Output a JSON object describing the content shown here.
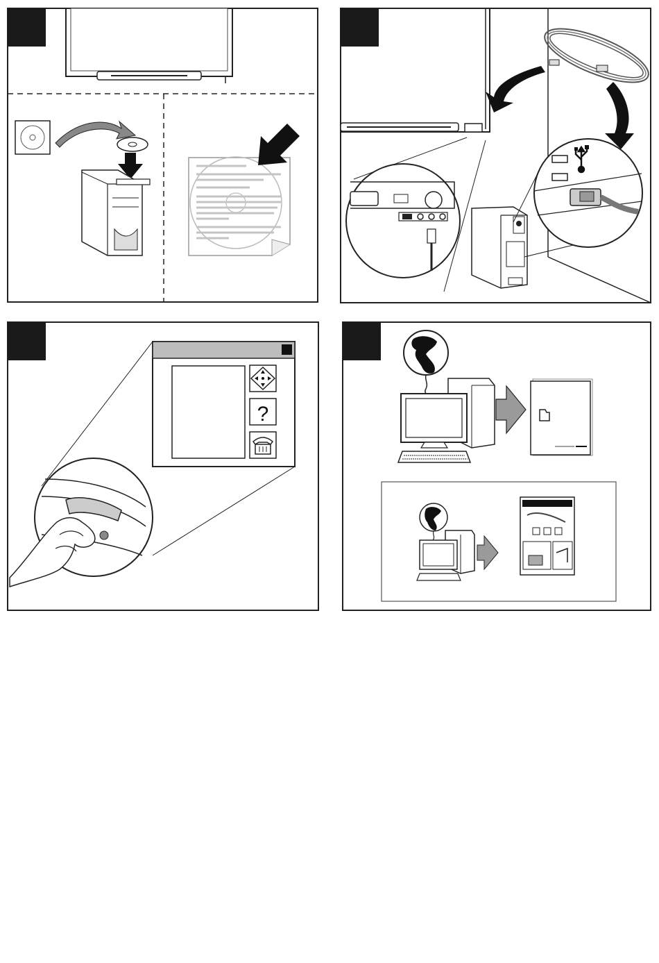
{
  "document": {
    "type": "illustrated-installation-guide",
    "panels": [
      {
        "id": "step-1",
        "step_label": "",
        "description_icons": [
          "smart-board-icon",
          "cd-icon",
          "computer-tower-icon",
          "readme-document-icon"
        ]
      },
      {
        "id": "step-2",
        "step_label": "",
        "description_icons": [
          "smart-board-icon",
          "usb-cable-icon",
          "usb-symbol-icon",
          "computer-tower-icon"
        ]
      },
      {
        "id": "step-3",
        "step_label": "",
        "description_icons": [
          "pen-tray-icon",
          "orient-icon",
          "help-icon",
          "phone-icon"
        ]
      },
      {
        "id": "step-4",
        "step_label": "",
        "description_icons": [
          "globe-icon",
          "computer-icon",
          "guide-booklet-icon"
        ]
      }
    ],
    "colors": {
      "ink": "#1a1a1a",
      "paper": "#ffffff",
      "arrow_gray": "#9a9a9a",
      "panel_border": "#333333"
    }
  }
}
